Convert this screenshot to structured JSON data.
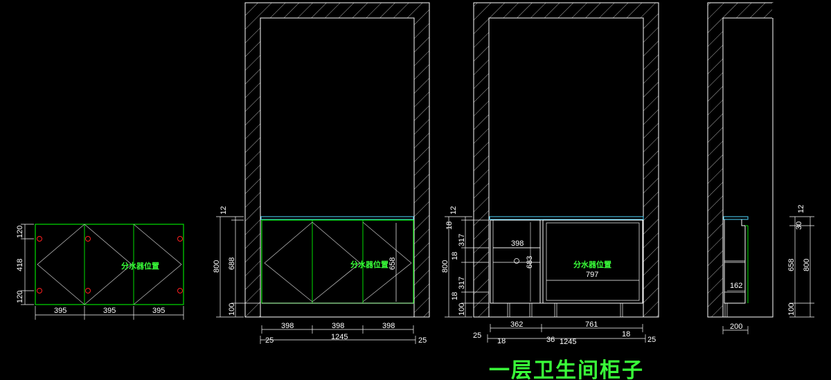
{
  "title": "一层卫生间柜子",
  "notes": {
    "water_distributor": "分水器位置"
  },
  "colors": {
    "line": "#ffffff",
    "cabinet": "#00e000",
    "countertop": "#4fd8ff",
    "text_green": "#39ff39",
    "marker_red": "#ff2020",
    "hatch": "#d8d8d8"
  },
  "plan_view": {
    "dims_bottom": [
      "395",
      "395",
      "395"
    ],
    "dims_left": [
      "120",
      "418",
      "120"
    ]
  },
  "elevation_front": {
    "dims_left_height": "800",
    "dims_left_parts": [
      "12",
      "688",
      "100"
    ],
    "dims_door": "658",
    "dims_bottom_doors": [
      "398",
      "398",
      "398"
    ],
    "dims_total": "1245",
    "dims_edges": [
      "25",
      "25"
    ]
  },
  "elevation_section": {
    "dims_left_height": "800",
    "dims_left_parts": [
      "12",
      "18",
      "317",
      "18",
      "317",
      "18",
      "100"
    ],
    "dims_bottom": [
      "362",
      "761"
    ],
    "dims_small": [
      "25",
      "18",
      "36",
      "18",
      "25"
    ],
    "dims_total": "1245",
    "dims_inner_width": "797",
    "dims_drawer_height": "398",
    "dims_drawer_v": "683"
  },
  "side_view": {
    "dims_right": [
      "12",
      "30",
      "658",
      "800",
      "100"
    ],
    "dims_depth": "200",
    "dims_inner": "162"
  }
}
